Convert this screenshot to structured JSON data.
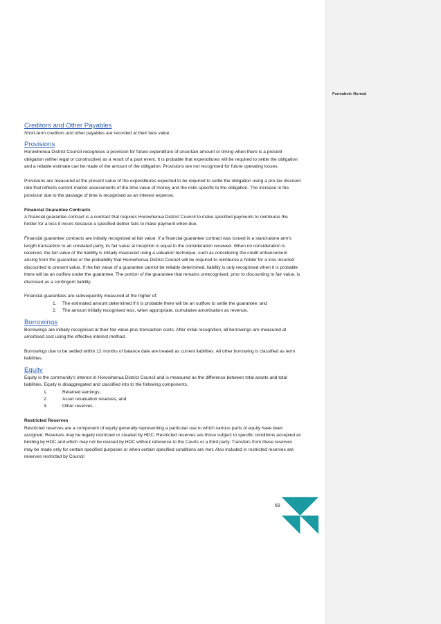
{
  "comment_label": "Formatted: Normal",
  "page_number": "68",
  "brand_color": "#1a9ba1",
  "heading_color": "#2f61b6",
  "sections": {
    "creditors": {
      "heading": "Creditors and Other Payables",
      "p1": "Short-term creditors and other payables are recorded at their face value."
    },
    "provisions": {
      "heading": "Provisions",
      "p1": "Horowhenua District Council recognises a provision for future expenditure of uncertain amount or timing when there is a present obligation (either legal or constructive) as a result of a past event. It is probable that expenditures will be required to settle the obligation and a reliable estimate can be made of the amount of the obligation. Provisions are not recognised for future operating losses.",
      "p2": "Provisions are measured at the present value of the expenditures expected to be required to settle the obligation using a pre-tax discount rate that reflects current market assessments of the time value of money and the risks specific to the obligation. The increase in the provision due to the passage of time is recognised as an interest expense."
    },
    "financial_guarantee": {
      "heading": "Financial Guarantee Contracts",
      "p1": "A financial guarantee contract is a contract that requires Horowhenua District Council to make specified payments to reimburse the holder for a loss it incurs because a specified debtor fails to make payment when due.",
      "p2": "Financial guarantee contracts are initially recognised at fair value. If a financial guarantee contract was issued in a stand-alone arm's length transaction to an unrelated party, its fair value at inception is equal to the consideration received. When no consideration is received, the fair value of the liability is initially measured using a valuation technique, such as considering the credit enhancement arising from the guarantee or the probability that Horowhenua District Council will be required to reimburse a holder for a loss incurred discounted to present value. If the fair value of a guarantee cannot be reliably determined, liability is only recognised when it is probable there will be an outflow under the guarantee. The portion of the guarantee that remains unrecognised, prior to discounting to fair value, is disclosed as a contingent liability.",
      "p3": "Financial guarantees are subsequently measured at the higher of:",
      "items": [
        {
          "num": "1.",
          "text": "The estimated amount determined if it is probable there will be an outflow to settle the guarantee; and"
        },
        {
          "num": "2.",
          "text": "The amount initially recognised less, when appropriate, cumulative amortisation as revenue."
        }
      ]
    },
    "borrowings": {
      "heading": "Borrowings",
      "p1": "Borrowings are initially recognised at their fair value plus transaction costs. After initial recognition, all borrowings are measured at amortised cost using the effective interest method.",
      "p2": "Borrowings due to be settled within 12 months of balance date are treated as current liabilities. All other borrowing is classified as term liabilities."
    },
    "equity": {
      "heading": "Equity",
      "p1": "Equity is the community's interest in Horowhenua District Council and is measured as the difference between total assets and total liabilities. Equity is disaggregated and classified into to the following components.",
      "items": [
        {
          "num": "1.",
          "text": "Retained earnings;"
        },
        {
          "num": "2.",
          "text": "Asset revaluation reserves; and"
        },
        {
          "num": "3.",
          "text": "Other reserves."
        }
      ]
    },
    "restricted": {
      "heading": "Restricted Reserves",
      "p1": "Restricted reserves are a component of equity generally representing a particular use to which various parts of equity have been assigned. Reserves may be legally restricted or created by HDC. Restricted reserves are those subject to specific conditions accepted as binding by HDC and which may not be revised by HDC without reference to the Courts or a third party. Transfers from these reserves may be made only for certain specified purposes or when certain specified conditions are met. Also included in restricted reserves are reserves restricted by Council"
    }
  }
}
